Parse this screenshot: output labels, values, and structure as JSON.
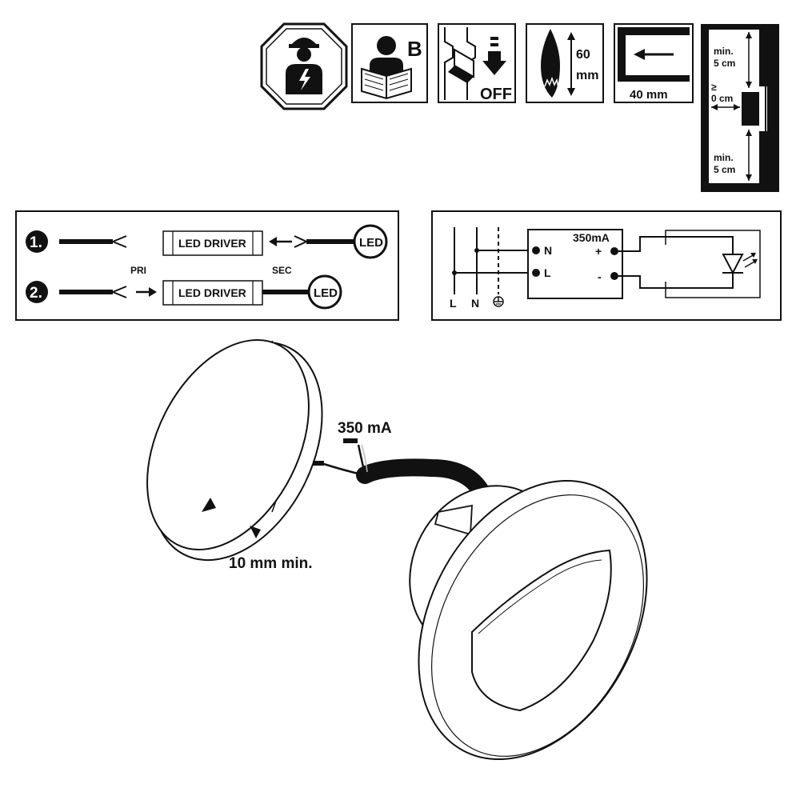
{
  "icons": {
    "electrician": "electrician-icon",
    "manual": {
      "icon": "read-manual-icon",
      "letter": "B"
    },
    "switch_off": {
      "icon": "switch-off-icon",
      "label": "OFF"
    },
    "depth": {
      "icon": "depth-60mm-icon",
      "value": "60",
      "unit": "mm"
    },
    "width": {
      "icon": "width-40mm-icon",
      "label": "40 mm"
    },
    "clearance": {
      "icon": "clearance-icon",
      "top_min": "min.",
      "top_val": "5 cm",
      "side_sym": "≥",
      "side_val": "0 cm",
      "bottom_min": "min.",
      "bottom_val": "5 cm"
    }
  },
  "driver_steps": {
    "step1": {
      "number": "1.",
      "driver": "LED DRIVER",
      "led": "LED",
      "pri": "PRI",
      "sec": "SEC"
    },
    "step2": {
      "number": "2.",
      "driver": "LED DRIVER",
      "led": "LED"
    }
  },
  "wiring": {
    "line_labels": [
      "L",
      "N"
    ],
    "terminal_n": "N",
    "terminal_l": "L",
    "current": "350mA",
    "plus": "+",
    "minus": "-"
  },
  "fixture": {
    "current_label": "350 mA",
    "min_depth_label": "10 mm min."
  },
  "colors": {
    "ink": "#111111",
    "paper": "#ffffff"
  }
}
